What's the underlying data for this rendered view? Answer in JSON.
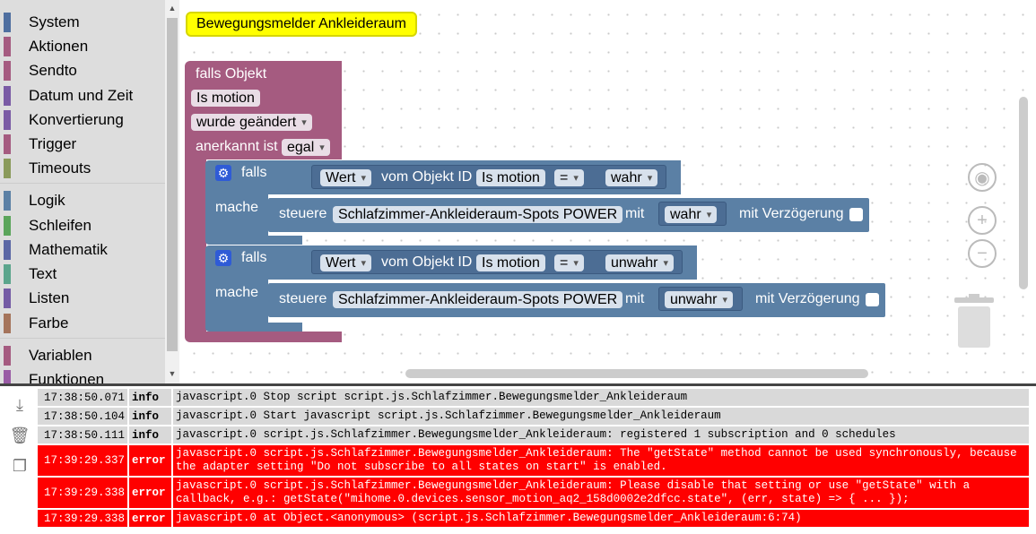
{
  "toolbox": {
    "items": [
      {
        "label": "System",
        "color": "#4f6fa0"
      },
      {
        "label": "Aktionen",
        "color": "#a55b80"
      },
      {
        "label": "Sendto",
        "color": "#a55b80"
      },
      {
        "label": "Datum und Zeit",
        "color": "#7a5ba5"
      },
      {
        "label": "Konvertierung",
        "color": "#7a5ba5"
      },
      {
        "label": "Trigger",
        "color": "#a55b80"
      },
      {
        "label": "Timeouts",
        "color": "#8a9a5b"
      },
      {
        "label": "Logik",
        "color": "#5b80a5"
      },
      {
        "label": "Schleifen",
        "color": "#5ba55b"
      },
      {
        "label": "Mathematik",
        "color": "#5b67a5"
      },
      {
        "label": "Text",
        "color": "#5ba58c"
      },
      {
        "label": "Listen",
        "color": "#745ba5"
      },
      {
        "label": "Farbe",
        "color": "#a5745b"
      },
      {
        "label": "Variablen",
        "color": "#a55b80"
      },
      {
        "label": "Funktionen",
        "color": "#995ba5"
      }
    ]
  },
  "workspace": {
    "comment": "Bewegungsmelder Ankleideraum",
    "trigger": {
      "title": "falls Objekt",
      "object": "Is motion",
      "mode": "wurde geändert",
      "ack_label": "anerkannt ist",
      "ack_value": "egal",
      "color": "#a55b80"
    },
    "if_blocks": [
      {
        "if_label": "falls",
        "do_label": "mache",
        "value_field": "Wert",
        "of_label": "vom Objekt ID",
        "object": "Is motion",
        "op": "=",
        "cmp": "wahr",
        "control_label": "steuere",
        "target": "Schlafzimmer-Ankleideraum-Spots POWER",
        "with_label": "mit",
        "set_value": "wahr",
        "delay_label": "mit Verzögerung"
      },
      {
        "if_label": "falls",
        "do_label": "mache",
        "value_field": "Wert",
        "of_label": "vom Objekt ID",
        "object": "Is motion",
        "op": "=",
        "cmp": "unwahr",
        "control_label": "steuere",
        "target": "Schlafzimmer-Ankleideraum-Spots POWER",
        "with_label": "mit",
        "set_value": "unwahr",
        "delay_label": "mit Verzögerung"
      }
    ],
    "logic_color": "#5b80a5"
  },
  "log": {
    "rows": [
      {
        "time": "17:38:50.071",
        "severity": "info",
        "message": "javascript.0 Stop script script.js.Schlafzimmer.Bewegungsmelder_Ankleideraum"
      },
      {
        "time": "17:38:50.104",
        "severity": "info",
        "message": "javascript.0 Start javascript script.js.Schlafzimmer.Bewegungsmelder_Ankleideraum"
      },
      {
        "time": "17:38:50.111",
        "severity": "info",
        "message": "javascript.0 script.js.Schlafzimmer.Bewegungsmelder_Ankleideraum: registered 1 subscription and 0 schedules"
      },
      {
        "time": "17:39:29.337",
        "severity": "error",
        "message": "javascript.0 script.js.Schlafzimmer.Bewegungsmelder_Ankleideraum: The \"getState\" method cannot be used synchronously, because the adapter setting \"Do not subscribe to all states on start\" is enabled."
      },
      {
        "time": "17:39:29.338",
        "severity": "error",
        "message": "javascript.0 script.js.Schlafzimmer.Bewegungsmelder_Ankleideraum: Please disable that setting or use \"getState\" with a callback, e.g.: getState(\"mihome.0.devices.sensor_motion_aq2_158d0002e2dfcc.state\", (err, state) => { ... });"
      },
      {
        "time": "17:39:29.338",
        "severity": "error",
        "message": "javascript.0 at Object.<anonymous> (script.js.Schlafzimmer.Bewegungsmelder_Ankleideraum:6:74)"
      }
    ]
  }
}
